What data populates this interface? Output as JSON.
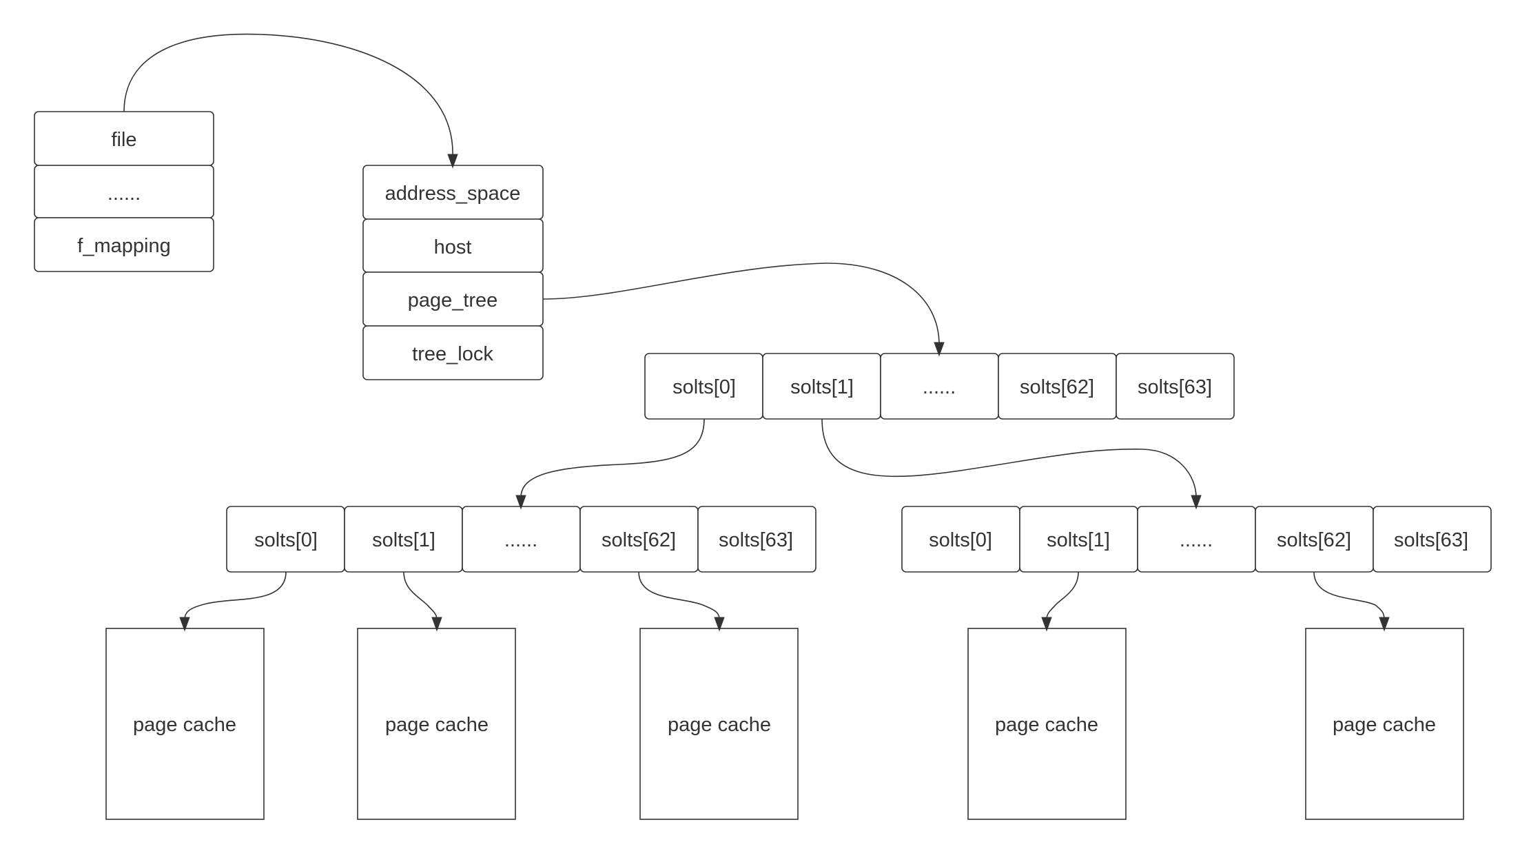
{
  "file_struct": {
    "fields": [
      "file",
      "......",
      "f_mapping"
    ]
  },
  "address_space_struct": {
    "fields": [
      "address_space",
      "host",
      "page_tree",
      "tree_lock"
    ]
  },
  "root_slots": [
    "solts[0]",
    "solts[1]",
    "......",
    "solts[62]",
    "solts[63]"
  ],
  "left_slots": [
    "solts[0]",
    "solts[1]",
    "......",
    "solts[62]",
    "solts[63]"
  ],
  "right_slots": [
    "solts[0]",
    "solts[1]",
    "......",
    "solts[62]",
    "solts[63]"
  ],
  "page_caches": [
    "page cache",
    "page cache",
    "page cache",
    "page cache",
    "page cache"
  ],
  "colors": {
    "stroke": "#333333",
    "fill": "#ffffff",
    "text": "#333333"
  }
}
